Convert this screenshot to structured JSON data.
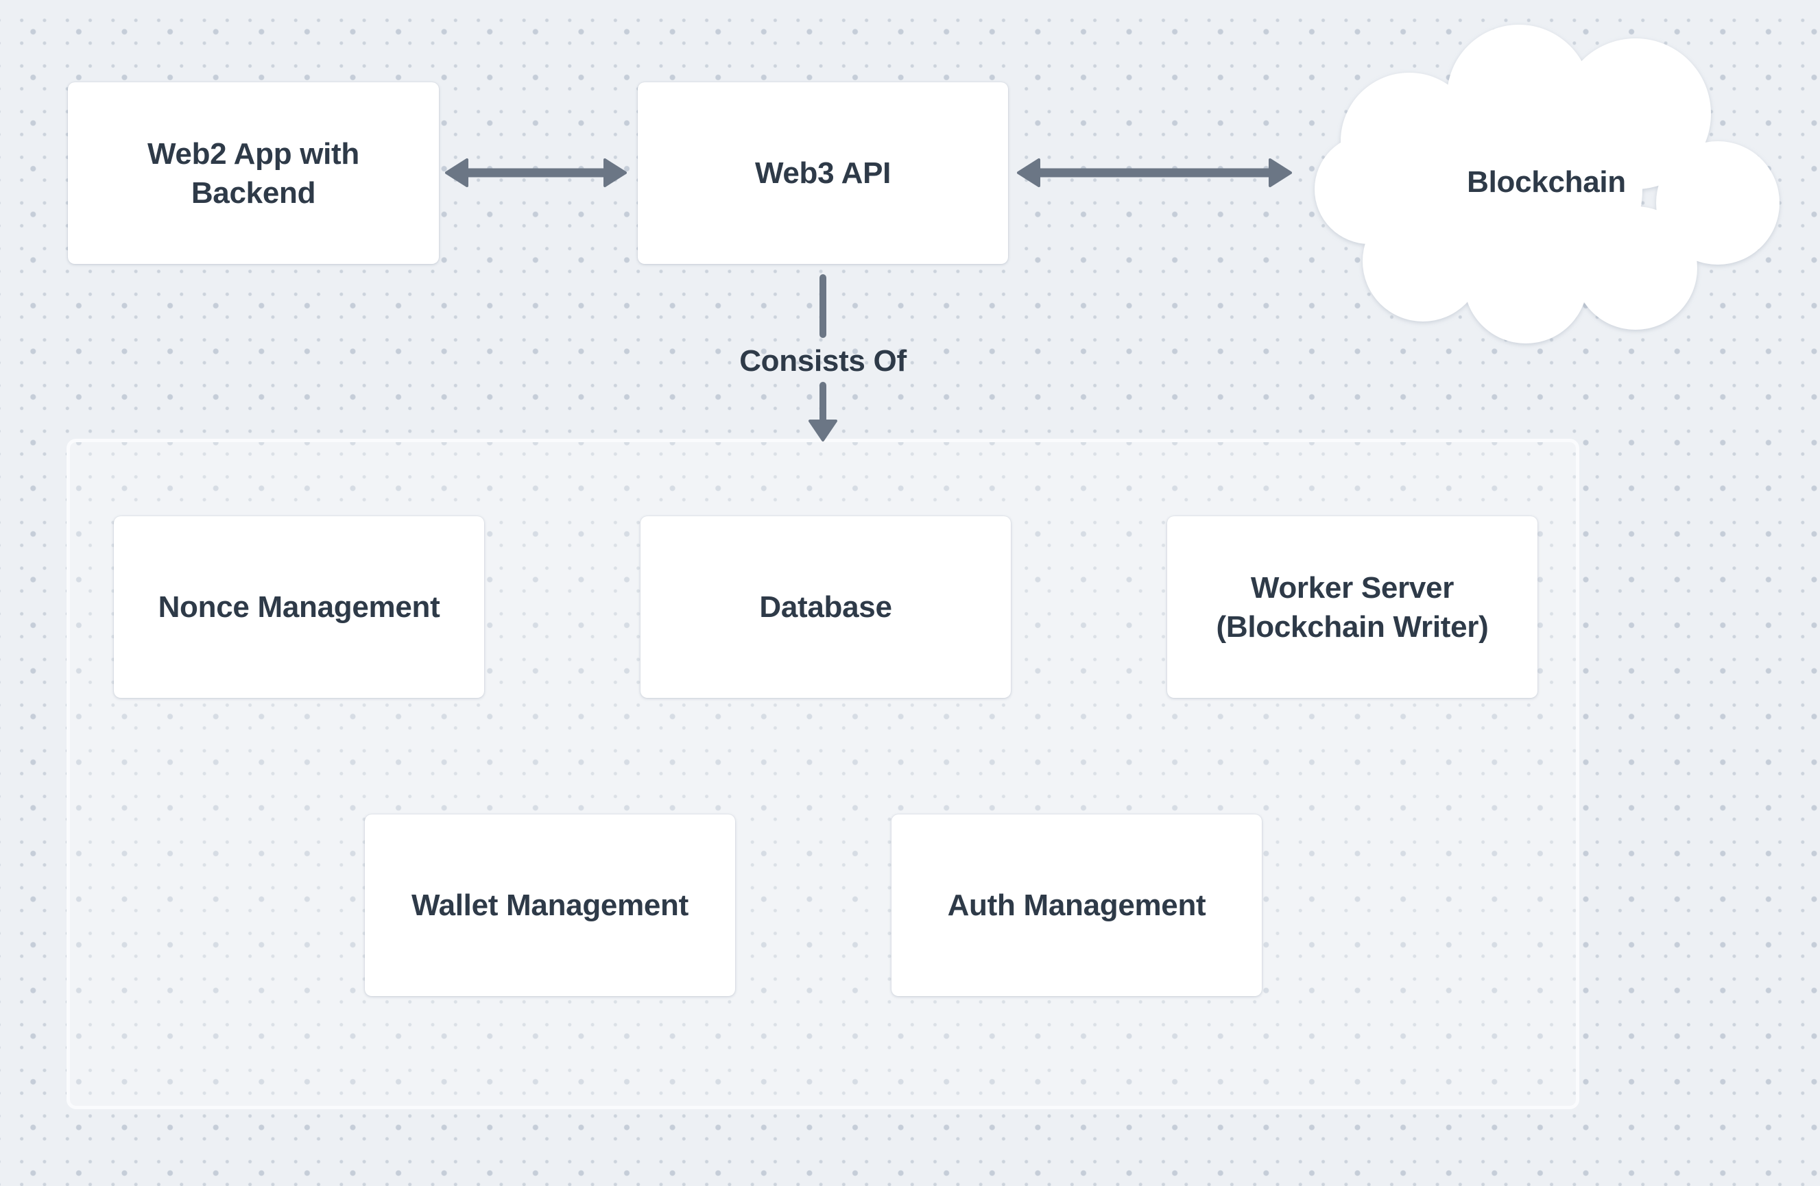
{
  "theme": {
    "canvas_bg": "#edf0f4",
    "dot_small": "#ccd3dc",
    "dot_large": "#c5cdd8",
    "node_fill": "#ffffff",
    "node_text": "#2e3a48",
    "arrow": "#6b7685",
    "container_border": "#fafbfd",
    "container_fill": "rgba(255,255,255,0.30)"
  },
  "nodes": {
    "web2_app": {
      "line1": "Web2 App with",
      "line2": "Backend"
    },
    "web3_api": {
      "label": "Web3 API"
    },
    "blockchain": {
      "label": "Blockchain"
    },
    "nonce": {
      "label": "Nonce Management"
    },
    "database": {
      "label": "Database"
    },
    "worker": {
      "line1": "Worker Server",
      "line2": "(Blockchain Writer)"
    },
    "wallet": {
      "label": "Wallet Management"
    },
    "auth": {
      "label": "Auth Management"
    }
  },
  "connector": {
    "label": "Consists Of"
  }
}
